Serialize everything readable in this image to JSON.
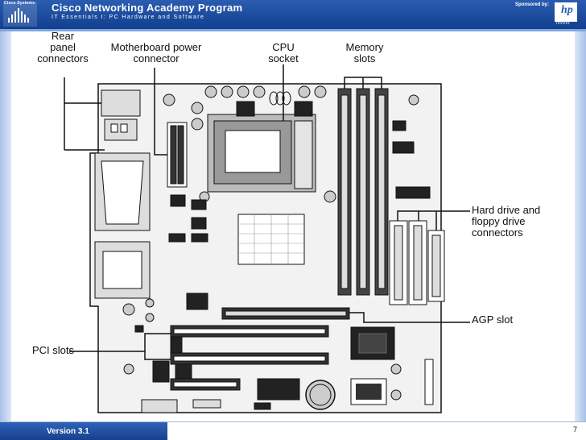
{
  "header": {
    "logo_text": "Cisco Systems",
    "title": "Cisco Networking Academy Program",
    "subtitle": "IT Essentials I: PC Hardware and Software",
    "sponsor_label": "Sponsored by:",
    "sponsor_logo": "hp",
    "sponsor_tagline": "invent"
  },
  "diagram": {
    "labels": {
      "rear_panel": [
        "Rear",
        "panel",
        "connectors"
      ],
      "mb_power": [
        "Motherboard power",
        "connector"
      ],
      "cpu_socket": [
        "CPU",
        "socket"
      ],
      "memory_slots": [
        "Memory",
        "slots"
      ],
      "drive_connectors": [
        "Hard drive and",
        "floppy drive",
        "connectors"
      ],
      "agp_slot": "AGP slot",
      "pci_slots": "PCI slots"
    }
  },
  "colors": {
    "header_blue": "#1b4ba0",
    "side_blue": "#a7c1e7"
  },
  "footer": {
    "version": "Version 3.1",
    "page": "7"
  }
}
